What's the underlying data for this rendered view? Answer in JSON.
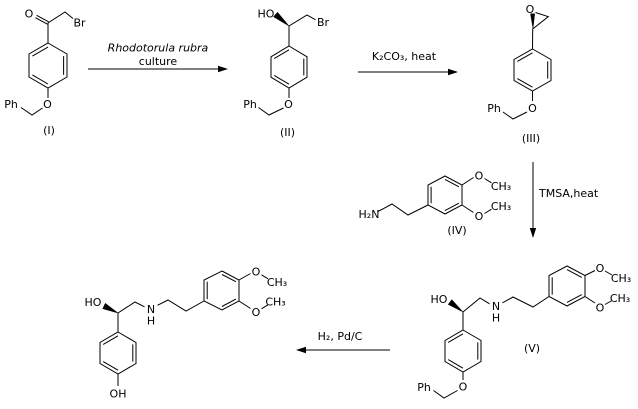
{
  "figure": {
    "kind": "chemical-reaction-scheme",
    "background": "#ffffff",
    "line_color": "#000000"
  },
  "compounds": {
    "c1": {
      "label": "(I)",
      "carbonyl_o": "O",
      "br": "Br",
      "ether_o": "O",
      "benzyl": "Ph"
    },
    "c2": {
      "label": "(II)",
      "hydroxyl": "HO",
      "br": "Br",
      "ether_o": "O",
      "benzyl": "Ph"
    },
    "c3": {
      "label": "(III)",
      "epoxide_o": "O",
      "ether_o": "O",
      "benzyl": "Ph"
    },
    "c4": {
      "label": "(IV)",
      "amine": "H₂N",
      "o_top": "O",
      "ch3_top": "CH₃",
      "o_bottom": "O",
      "ch3_bottom": "CH₃"
    },
    "c5": {
      "label": "(V)",
      "hydroxyl": "HO",
      "amine_n": "N",
      "amine_h": "H",
      "o_top": "O",
      "ch3_top": "CH₃",
      "o_bottom": "O",
      "ch3_bottom": "CH₃",
      "ether_o": "O",
      "benzyl": "Ph"
    },
    "c6": {
      "hydroxyl": "HO",
      "amine_n": "N",
      "amine_h": "H",
      "o_top": "O",
      "ch3_top": "CH₃",
      "o_bottom": "O",
      "ch3_bottom": "CH₃",
      "phenol": "OH"
    }
  },
  "steps": {
    "s1": {
      "reagent_line1": "Rhodotorula rubra",
      "reagent_line2": "culture"
    },
    "s2": {
      "reagent": "K₂CO₃,  heat"
    },
    "s3": {
      "reagent": "TMSA,heat"
    },
    "s4": {
      "reagent": "H₂, Pd/C"
    }
  }
}
